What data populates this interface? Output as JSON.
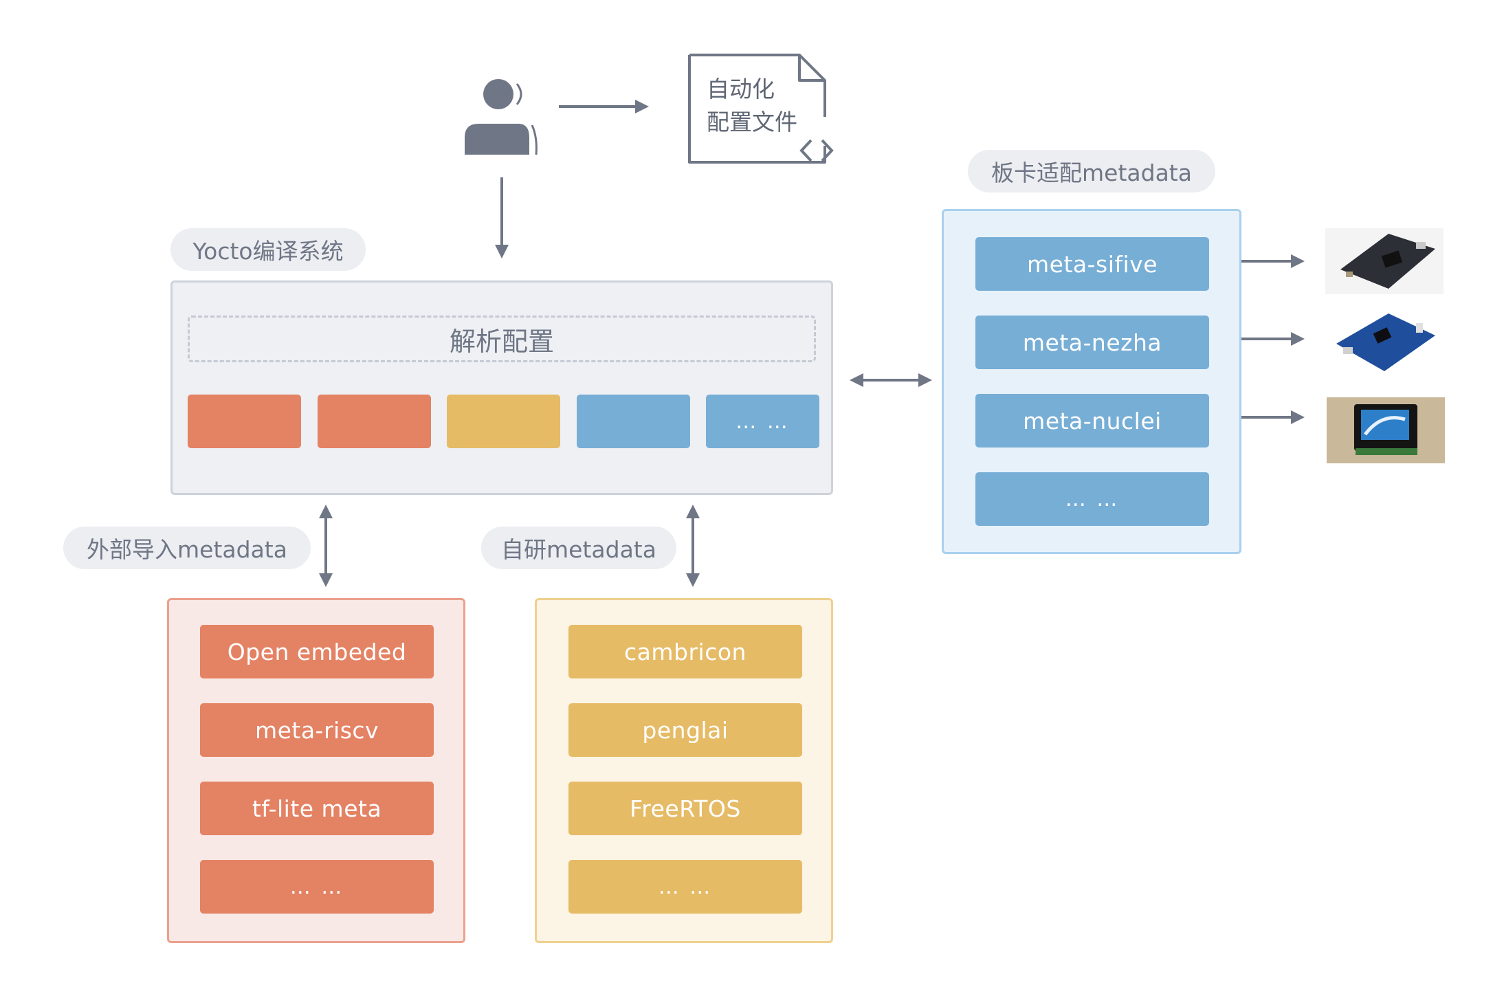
{
  "doc": {
    "line1": "自动化",
    "line2": "配置文件",
    "code_glyph": "< >"
  },
  "yocto": {
    "label": "Yocto编译系统",
    "parse_label": "解析配置",
    "modules": [
      {
        "color": "orange",
        "label": ""
      },
      {
        "color": "orange",
        "label": ""
      },
      {
        "color": "yellow",
        "label": ""
      },
      {
        "color": "blue",
        "label": ""
      },
      {
        "color": "blue",
        "label": "… …"
      }
    ]
  },
  "external": {
    "label": "外部导入metadata",
    "items": [
      "Open embeded",
      "meta-riscv",
      "tf-lite meta",
      "… …"
    ]
  },
  "selfdev": {
    "label": "自研metadata",
    "items": [
      "cambricon",
      "penglai",
      "FreeRTOS",
      "… …"
    ]
  },
  "board": {
    "label": "板卡适配metadata",
    "items": [
      "meta-sifive",
      "meta-nezha",
      "meta-nuclei",
      "… …"
    ],
    "board_images": [
      "sifive-board-photo",
      "nezha-board-photo",
      "nuclei-board-photo"
    ]
  },
  "colors": {
    "orange": "#e48264",
    "yellow": "#e6bb66",
    "blue": "#77aed6",
    "arrow": "#6f7685"
  }
}
